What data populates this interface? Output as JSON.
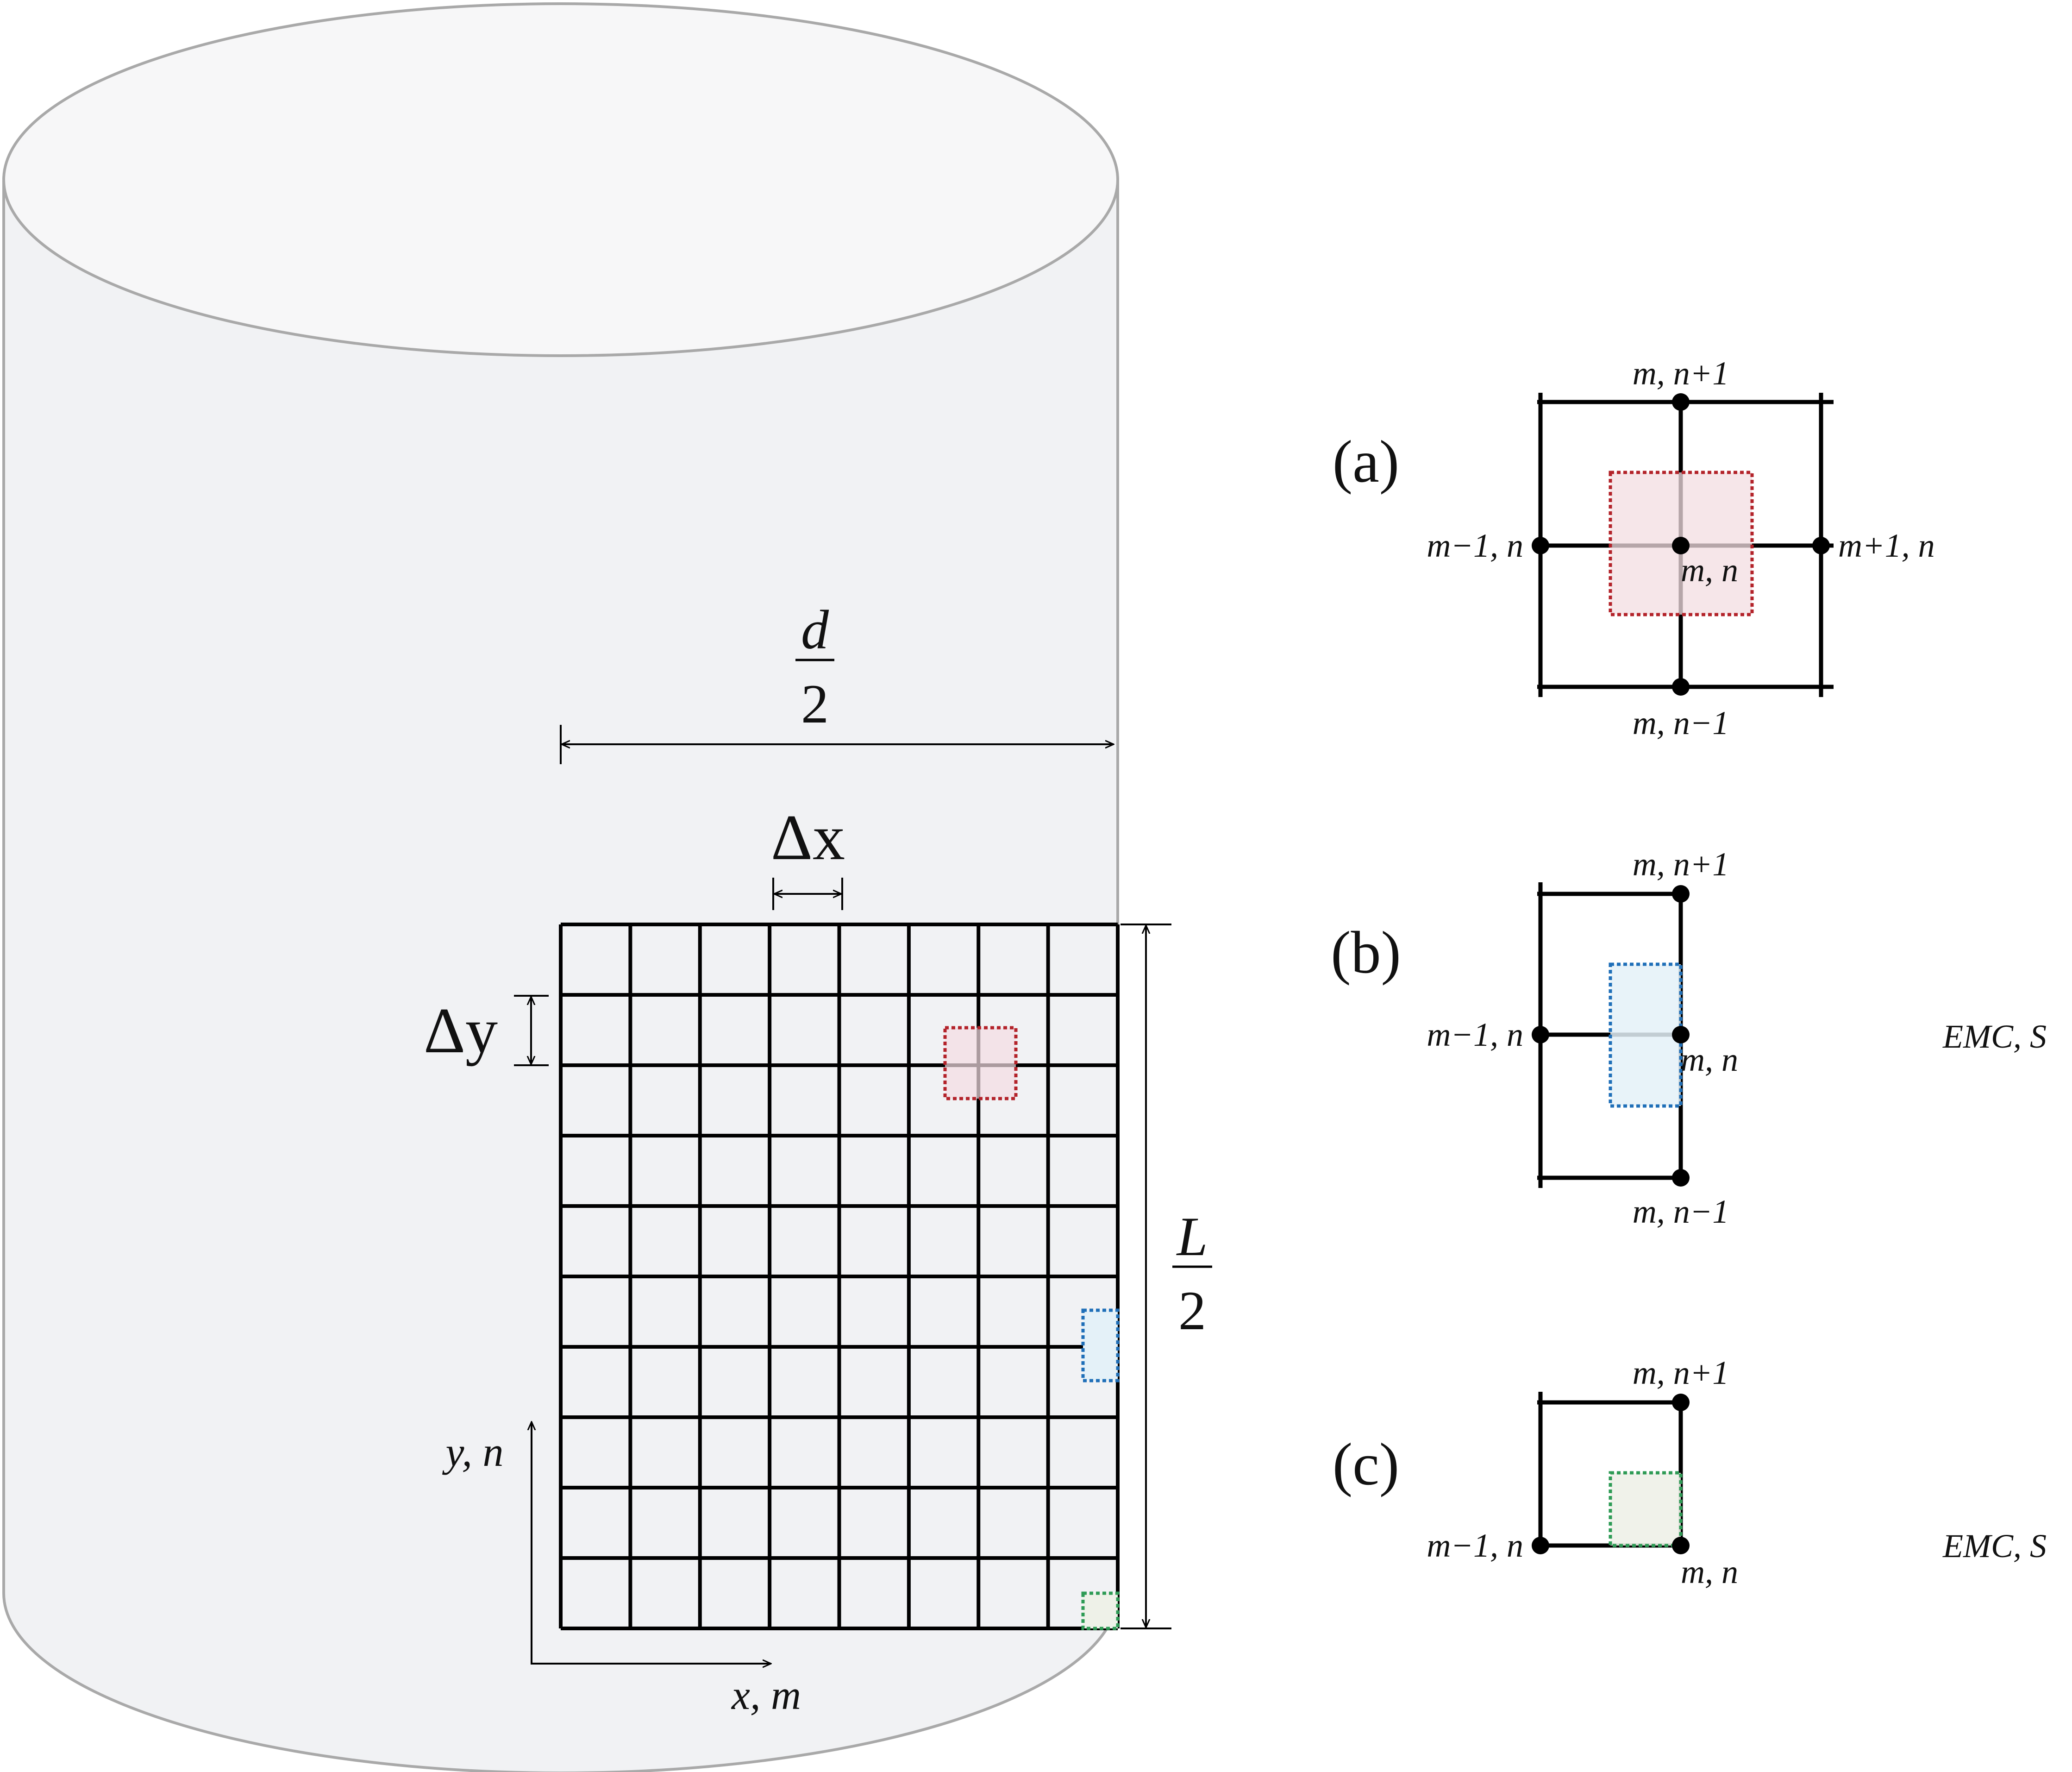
{
  "colors": {
    "cylinder_fill": "#f1f2f4",
    "cylinder_stroke": "#a9a9a9",
    "grid_line": "#000000",
    "red_cell": "#b3232a",
    "red_fill": "#f3dde2",
    "blue_cell": "#1f6fb8",
    "blue_fill": "#e4f1f8",
    "green_cell": "#2e9b55",
    "green_fill": "#eef1e8"
  },
  "main": {
    "d_numerator": "d",
    "d_denominator": "2",
    "dx_label": "Δx",
    "dy_label": "Δy",
    "L_numerator": "L",
    "L_denominator": "2",
    "y_axis_label": "y, n",
    "x_axis_label": "x, m",
    "grid_cols": 8,
    "grid_rows": 10
  },
  "panels": {
    "a": {
      "tag": "(a)",
      "top": "m, n+1",
      "bottom": "m, n−1",
      "left": "m−1, n",
      "right": "m+1, n",
      "center": "m, n"
    },
    "b": {
      "tag": "(b)",
      "top": "m, n+1",
      "bottom": "m, n−1",
      "left": "m−1, n",
      "center": "m, n",
      "side": "EMC, S"
    },
    "c": {
      "tag": "(c)",
      "top": "m, n+1",
      "left": "m−1, n",
      "center": "m, n",
      "side": "EMC, S"
    }
  }
}
